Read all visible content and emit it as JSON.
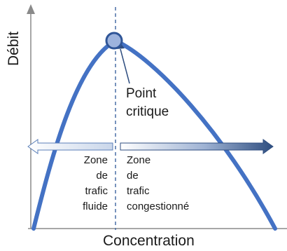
{
  "axes": {
    "y_label": "Débit",
    "x_label": "Concentration"
  },
  "critical_point": {
    "label_line1": "Point",
    "label_line2": "critique"
  },
  "zones": {
    "left": [
      "Zone",
      "de",
      "trafic",
      "fluide"
    ],
    "right": [
      "Zone",
      "de",
      "trafic",
      "congestionné"
    ]
  },
  "colors": {
    "curve": "#4472c4",
    "axis": "#8a8a8a",
    "dashed_line": "#4a6fa5",
    "critical_point_fill": "#9db3dd",
    "critical_point_stroke": "#2f5597",
    "arrow_light": "#ffffff",
    "arrow_dark": "#2f4e80"
  }
}
